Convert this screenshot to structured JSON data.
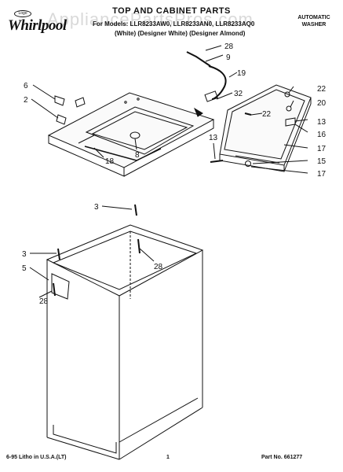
{
  "header": {
    "brand_small": "Logo",
    "brand": "Whirlpool",
    "title": "TOP AND CABINET PARTS",
    "models_line": "For Models: LLR8233AW0, LLR8233AN0, LLR8233AQ0",
    "colors_line": "(White)  (Designer White)  (Designer Almond)",
    "product_type": "AUTOMATIC WASHER",
    "watermark": "AppliancePartsPros.com"
  },
  "callouts": [
    "28",
    "9",
    "19",
    "22",
    "20",
    "6",
    "2",
    "32",
    "22",
    "13",
    "16",
    "8",
    "18",
    "13",
    "17",
    "15",
    "17",
    "3",
    "28",
    "3",
    "5",
    "28"
  ],
  "footer": {
    "print_info": "6-95 Litho in U.S.A.(LT)",
    "page_number": "1",
    "part_number": "Part No. 661277"
  }
}
